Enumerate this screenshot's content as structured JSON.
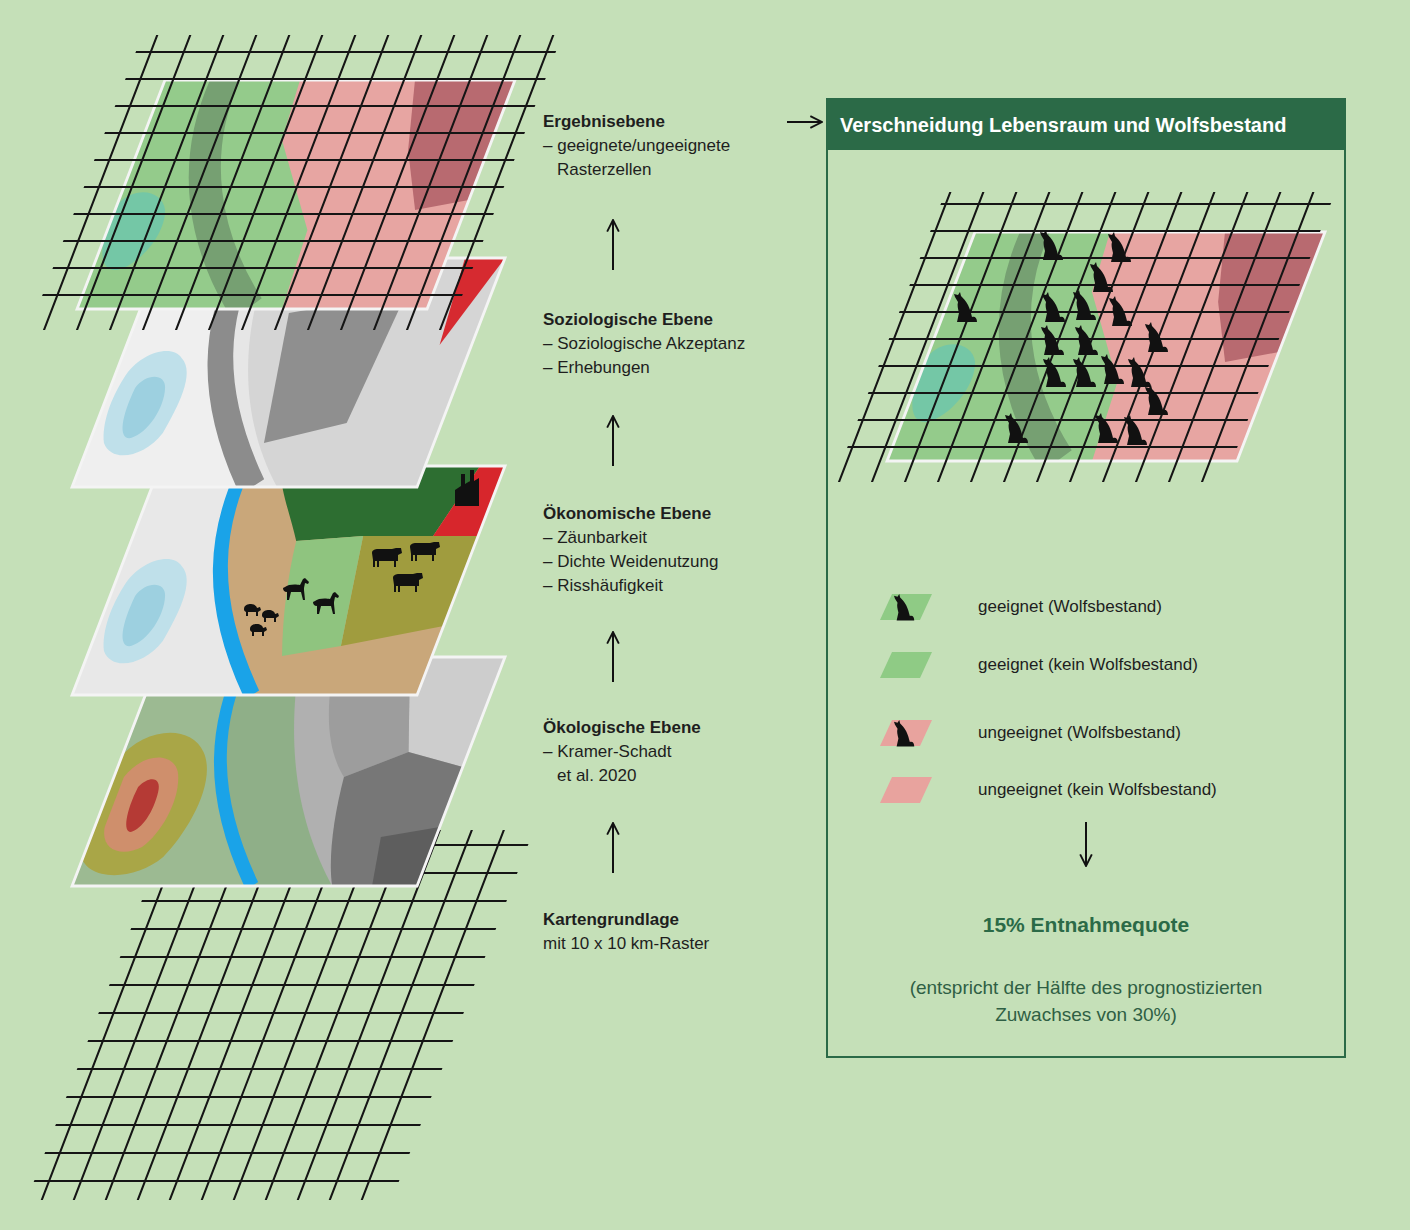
{
  "diagram": {
    "nodes": [
      {
        "text": [
          "Ergebnisebene",
          "– geeignete/ungeeignete Rasterzellen"
        ]
      },
      {
        "text": [
          "Soziologische Ebene",
          "– Soziologische Akzeptanz",
          "– Erhebungen"
        ]
      },
      {
        "text": [
          "Ökonomische Ebene",
          "– Zäunbarkeit",
          "– Dichte Weidenutzung",
          "– Risshäufigkeit"
        ]
      },
      {
        "text": [
          "Ökologische Ebene",
          "– Kramer-Schadt et al. 2020"
        ]
      },
      {
        "text": [
          "Kartengrundlage",
          "mit 10 x 10 km-Raster"
        ]
      },
      {
        "text": [
          "Verschneidung Lebensraum und Wolfsbestand"
        ]
      }
    ],
    "edges": [
      {
        "from": 4,
        "to": 3,
        "arrow": "to"
      },
      {
        "from": 3,
        "to": 2,
        "arrow": "to"
      },
      {
        "from": 2,
        "to": 1,
        "arrow": "to"
      },
      {
        "from": 1,
        "to": 0,
        "arrow": "to"
      },
      {
        "from": 0,
        "to": 5,
        "arrow": "to"
      }
    ],
    "labels": [
      "15% Entnahmequote",
      "(entspricht der Hälfte des prognostizierten Zuwachses von 30%)"
    ],
    "legend": [
      {
        "text": "geeignet (Wolfsbestand)",
        "color": "#8fcb85"
      },
      {
        "text": "geeignet (kein Wolfsbestand)",
        "color": "#8fcb85"
      },
      {
        "text": "ungeeignet (Wolfsbestand)",
        "color": "#e8a39e"
      },
      {
        "text": "ungeeignet (kein Wolfsbestand)",
        "color": "#e8a39e"
      }
    ]
  }
}
